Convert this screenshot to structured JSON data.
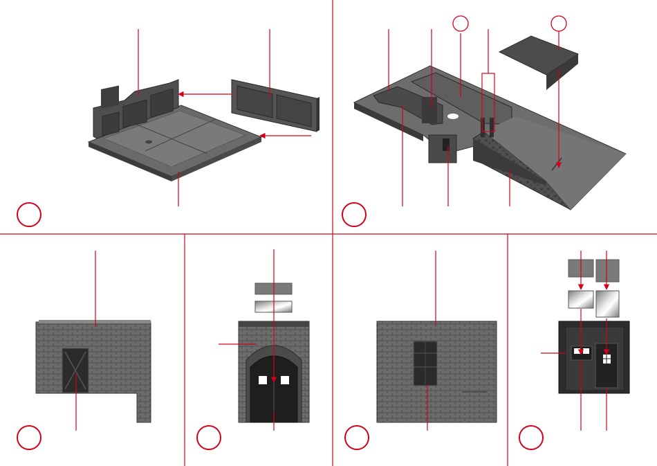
{
  "theme": {
    "accent": "#d4001a",
    "part_dark": "#3a3a3a",
    "part_mid": "#5a5a5a",
    "part_light": "#8a8a8a",
    "brick": "#6e6e6e",
    "door": "#222222",
    "glass": "#cfcfcf",
    "background": "#ffffff"
  },
  "panels": [
    {
      "id": "floor-and-walls",
      "step_label": ""
    },
    {
      "id": "terrain-base",
      "step_label": ""
    },
    {
      "id": "side-wall-door",
      "step_label": ""
    },
    {
      "id": "gate-wall",
      "step_label": ""
    },
    {
      "id": "shutter-wall",
      "step_label": ""
    },
    {
      "id": "window-door-wall",
      "step_label": ""
    }
  ],
  "callouts": {
    "top_right_small_circles": [
      "",
      ""
    ]
  }
}
